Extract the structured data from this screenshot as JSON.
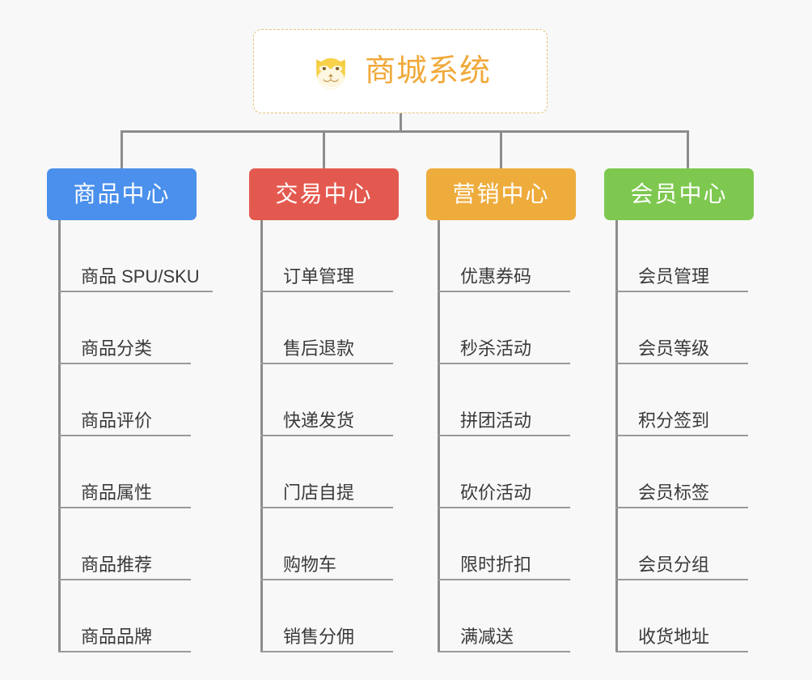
{
  "page": {
    "background_color": "#f8f8f8",
    "line_color": "#8c8c8c",
    "underline_color": "#9a9a9a",
    "item_text_color": "#3a3a3a"
  },
  "root": {
    "title": "商城系统",
    "icon": "shiba-dog-face-icon",
    "text_color": "#f0a93a",
    "border_color": "#e8c07a",
    "background_color": "#ffffff"
  },
  "columns": [
    {
      "header": "商品中心",
      "color": "#4a90ec",
      "items": [
        "商品 SPU/SKU",
        "商品分类",
        "商品评价",
        "商品属性",
        "商品推荐",
        "商品品牌"
      ]
    },
    {
      "header": "交易中心",
      "color": "#e4594f",
      "items": [
        "订单管理",
        "售后退款",
        "快递发货",
        "门店自提",
        "购物车",
        "销售分佣"
      ]
    },
    {
      "header": "营销中心",
      "color": "#eeac3c",
      "items": [
        "优惠券码",
        "秒杀活动",
        "拼团活动",
        "砍价活动",
        "限时折扣",
        "满减送"
      ]
    },
    {
      "header": "会员中心",
      "color": "#7ec850",
      "items": [
        "会员管理",
        "会员等级",
        "积分签到",
        "会员标签",
        "会员分组",
        "收货地址"
      ]
    }
  ]
}
